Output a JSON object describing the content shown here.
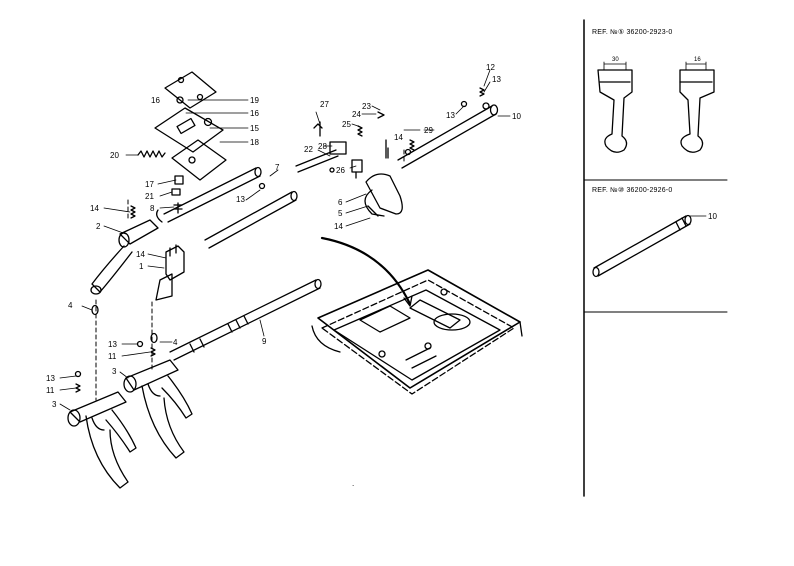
{
  "diagram": {
    "part_labels": {
      "p1": "1",
      "p2": "2",
      "p3": "3",
      "p4a": "4",
      "p4b": "4",
      "p5": "5",
      "p6": "6",
      "p7": "7",
      "p8": "8",
      "p9": "9",
      "p10a": "10",
      "p10b": "10",
      "p11a": "11",
      "p11b": "11",
      "p12": "12",
      "p13a": "13",
      "p13b": "13",
      "p13c": "13",
      "p13d": "13",
      "p13e": "13",
      "p14a": "14",
      "p14b": "14",
      "p14c": "14",
      "p14d": "14",
      "p15": "15",
      "p16a": "16",
      "p16b": "16",
      "p17": "17",
      "p18": "18",
      "p19": "19",
      "p20": "20",
      "p21": "21",
      "p22": "22",
      "p23": "23",
      "p24": "24",
      "p25": "25",
      "p26": "26",
      "p27": "27",
      "p28": "28",
      "p29": "29"
    }
  },
  "reference_panel": {
    "ref1": "REF. №⑤ 36200-2923-0",
    "ref2": "REF. №⑩ 36200-2926-0",
    "dim_left": "30",
    "dim_right": "16"
  }
}
